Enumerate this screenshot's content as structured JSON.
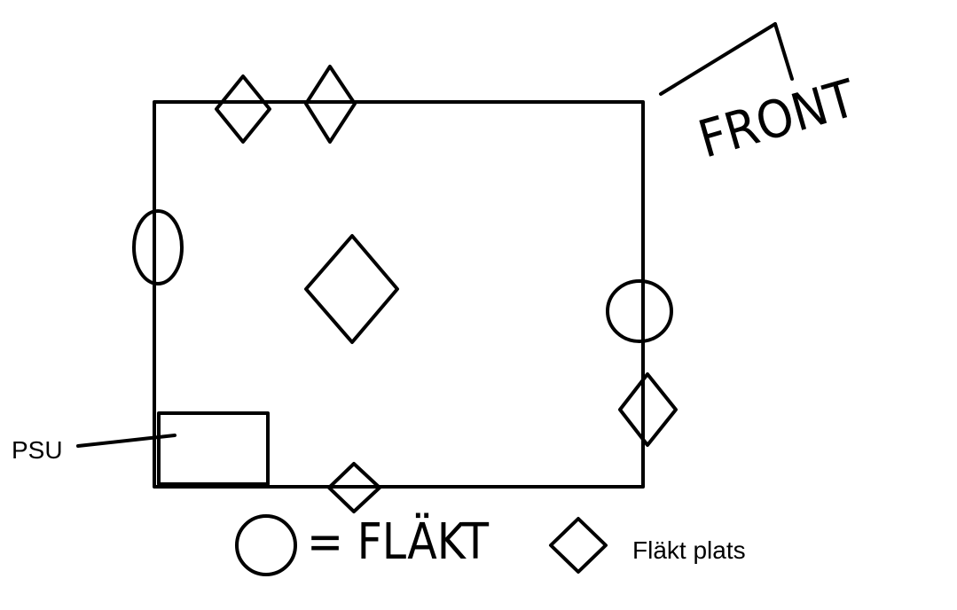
{
  "diagram": {
    "front_label": "FRONT",
    "psu_label": "PSU",
    "legend": {
      "circle_meaning": "= FLÄKT",
      "diamond_meaning": "Fläkt plats"
    }
  }
}
